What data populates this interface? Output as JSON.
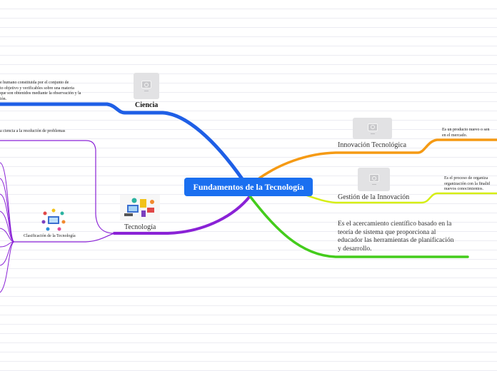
{
  "center": {
    "title": "Fundamentos de la Tecnología"
  },
  "branches": {
    "ciencia": {
      "label": "Ciencia",
      "image_icon": "camera-placeholder-icon",
      "description": [
        "e humano constituida por el conjunto de",
        "to objetivo y verificables sobre una materia",
        "que son obtenidos mediante la observación y la",
        "ión."
      ]
    },
    "tecnologia": {
      "label": "Tecnología",
      "image_icon": "technology-illustration-icon",
      "description": "a ciencia a la resolución de problemas",
      "clasificacion": {
        "label": "Clasificación de la Tecnología",
        "image_icon": "devices-illustration-icon"
      }
    },
    "innovacion": {
      "label": "Innovación Tecnológica",
      "image_icon": "camera-placeholder-icon",
      "description": [
        "Es un producto nuevo o sen",
        "en el mercado."
      ]
    },
    "gestion": {
      "label": "Gestión de la Innovación",
      "image_icon": "camera-placeholder-icon",
      "description": [
        "Es el proceso de organiza",
        "organización con la finalid",
        "nuevos conocimientos."
      ]
    },
    "enfoque": {
      "description": [
        "Es el acercamiento científico basado en la",
        "teoría de sistema que proporciona al",
        "educador las herramientas de planificación",
        "y desarrollo."
      ]
    }
  },
  "colors": {
    "center": "#1a6ff0",
    "ciencia": "#1f5fe6",
    "tecnologia": "#8a22d6",
    "innovacion": "#f59a14",
    "gestion": "#d6ee14",
    "enfoque": "#44cc1c"
  }
}
